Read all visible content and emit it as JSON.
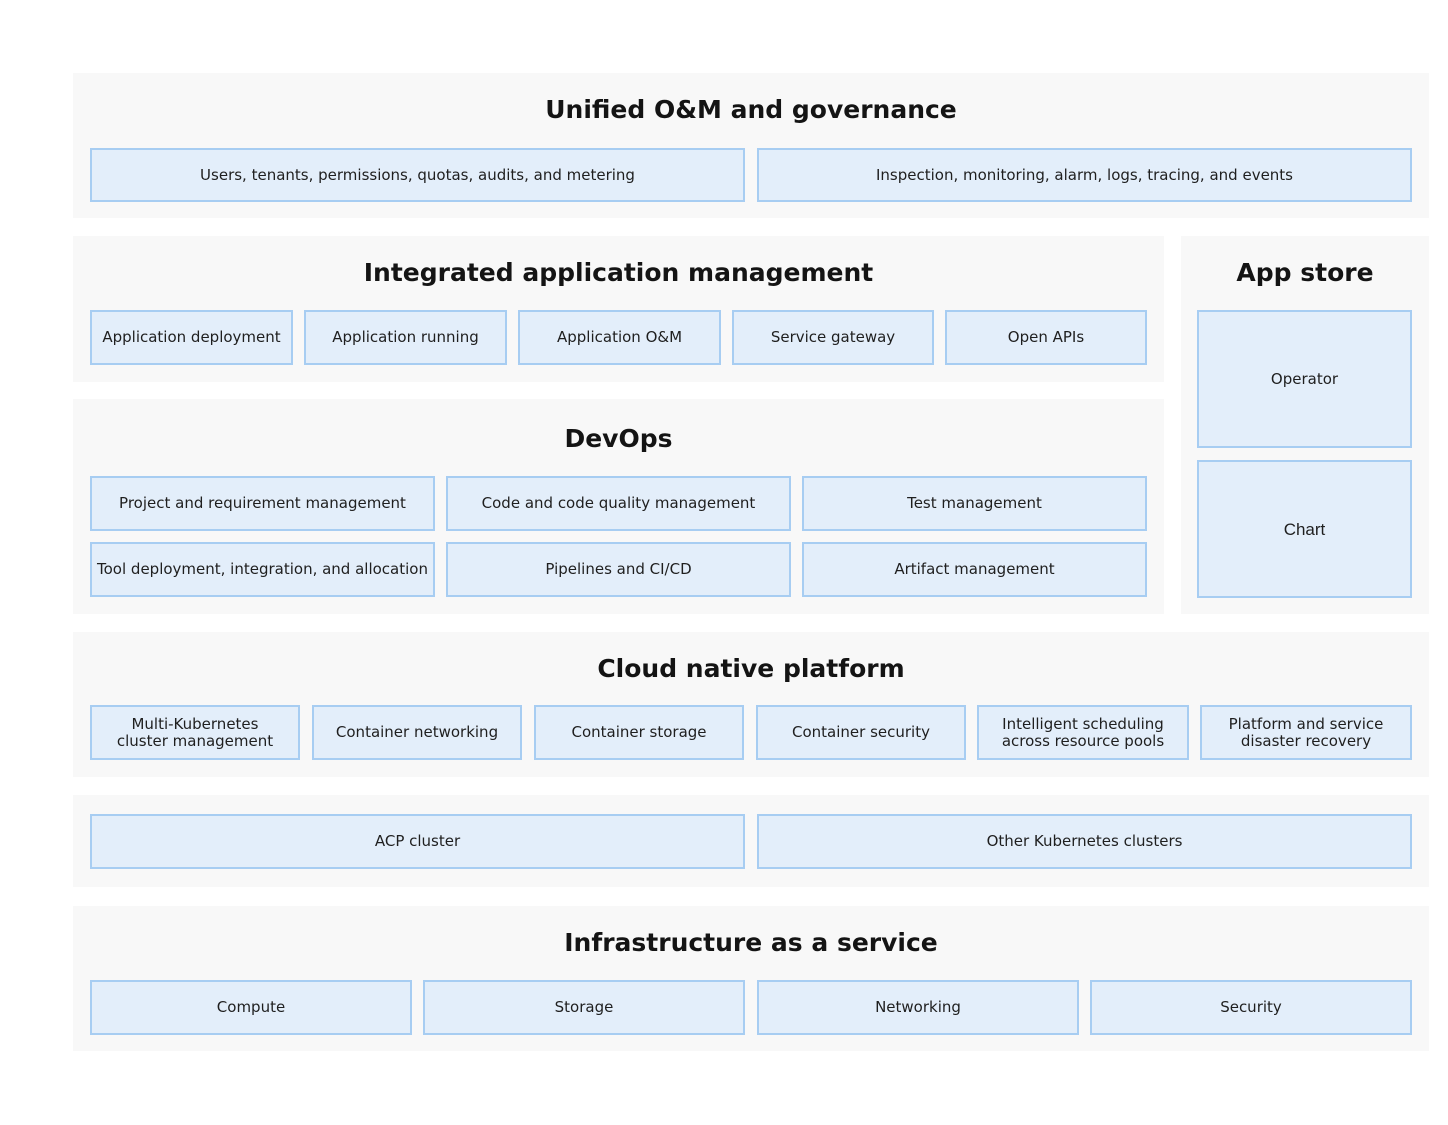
{
  "colors": {
    "panel_bg": "#f8f8f8",
    "box_fill": "#e3eefa",
    "box_border": "#a7cdf2",
    "title_text": "#141414"
  },
  "unified": {
    "title": "Unified O&M and governance",
    "items": [
      "Users, tenants, permissions, quotas, audits, and metering",
      "Inspection, monitoring, alarm, logs, tracing, and events"
    ]
  },
  "app_mgmt": {
    "title": "Integrated application management",
    "items": [
      "Application deployment",
      "Application running",
      "Application O&M",
      "Service gateway",
      "Open APIs"
    ]
  },
  "app_store": {
    "title": "App store",
    "items": [
      "Operator",
      "Chart"
    ]
  },
  "devops": {
    "title": "DevOps",
    "items": [
      "Project and requirement management",
      "Code and code quality management",
      "Test management",
      "Tool deployment, integration, and allocation",
      "Pipelines and CI/CD",
      "Artifact management"
    ]
  },
  "cloud_native": {
    "title": "Cloud native platform",
    "items": [
      "Multi-Kubernetes\ncluster management",
      "Container networking",
      "Container storage",
      "Container security",
      "Intelligent scheduling\nacross resource pools",
      "Platform and service\ndisaster recovery"
    ]
  },
  "clusters": {
    "items": [
      "ACP cluster",
      "Other Kubernetes clusters"
    ]
  },
  "iaas": {
    "title": "Infrastructure as a service",
    "items": [
      "Compute",
      "Storage",
      "Networking",
      "Security"
    ]
  }
}
